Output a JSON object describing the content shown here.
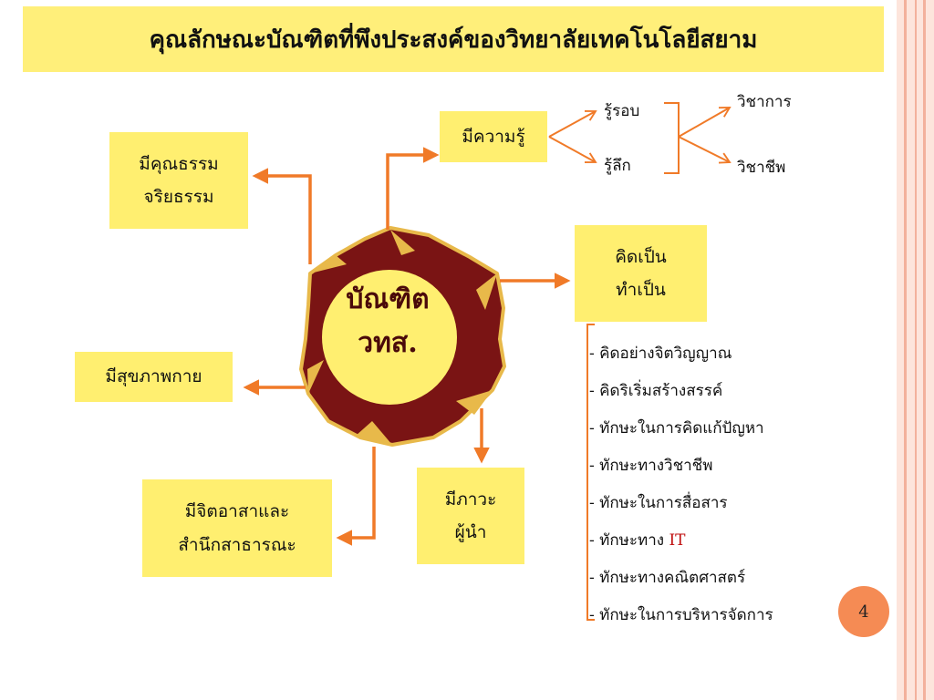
{
  "title": "คุณลักษณะบัณฑิตที่พึงประสงค์ของวิทยาลัยเทคโนโลยีสยาม",
  "center": {
    "text": "บัณฑิต\nวทส."
  },
  "boxes": {
    "knowledge": "มีความรู้",
    "morality": "มีคุณธรรม\nจริยธรรม",
    "think_do": "คิดเป็น\nทำเป็น",
    "health": "มีสุขภาพกาย",
    "volunteer": "มีจิตอาสาและ\nสำนึกสาธารณะ",
    "leadership": "มีภาวะ\nผู้นำ"
  },
  "knowledge_branches": {
    "broad": "รู้รอบ",
    "deep": "รู้ลึก"
  },
  "knowledge_fields": {
    "academic": "วิชาการ",
    "professional": "วิชาชีพ"
  },
  "skills": [
    {
      "prefix": "- คิดอย่างจิตวิญญาณ",
      "highlight": ""
    },
    {
      "prefix": "- คิดริเริ่มสร้างสรรค์",
      "highlight": ""
    },
    {
      "prefix": "- ทักษะในการคิดแก้ปัญหา",
      "highlight": ""
    },
    {
      "prefix": "- ทักษะทางวิชาชีพ",
      "highlight": ""
    },
    {
      "prefix": "- ทักษะในการสื่อสาร",
      "highlight": ""
    },
    {
      "prefix": "- ทักษะทาง ",
      "highlight": "IT"
    },
    {
      "prefix": "- ทักษะทางคณิตศาสตร์",
      "highlight": ""
    },
    {
      "prefix": "- ทักษะในการบริหารจัดการ",
      "highlight": ""
    }
  ],
  "page_number": "4",
  "colors": {
    "arrow": "#f07a28",
    "box": "#ffef70",
    "title_bar": "#ffef7a",
    "ring": "#7a1414",
    "ring_edge": "#e8b94a",
    "center": "#ffef70",
    "badge": "#f58b54"
  }
}
